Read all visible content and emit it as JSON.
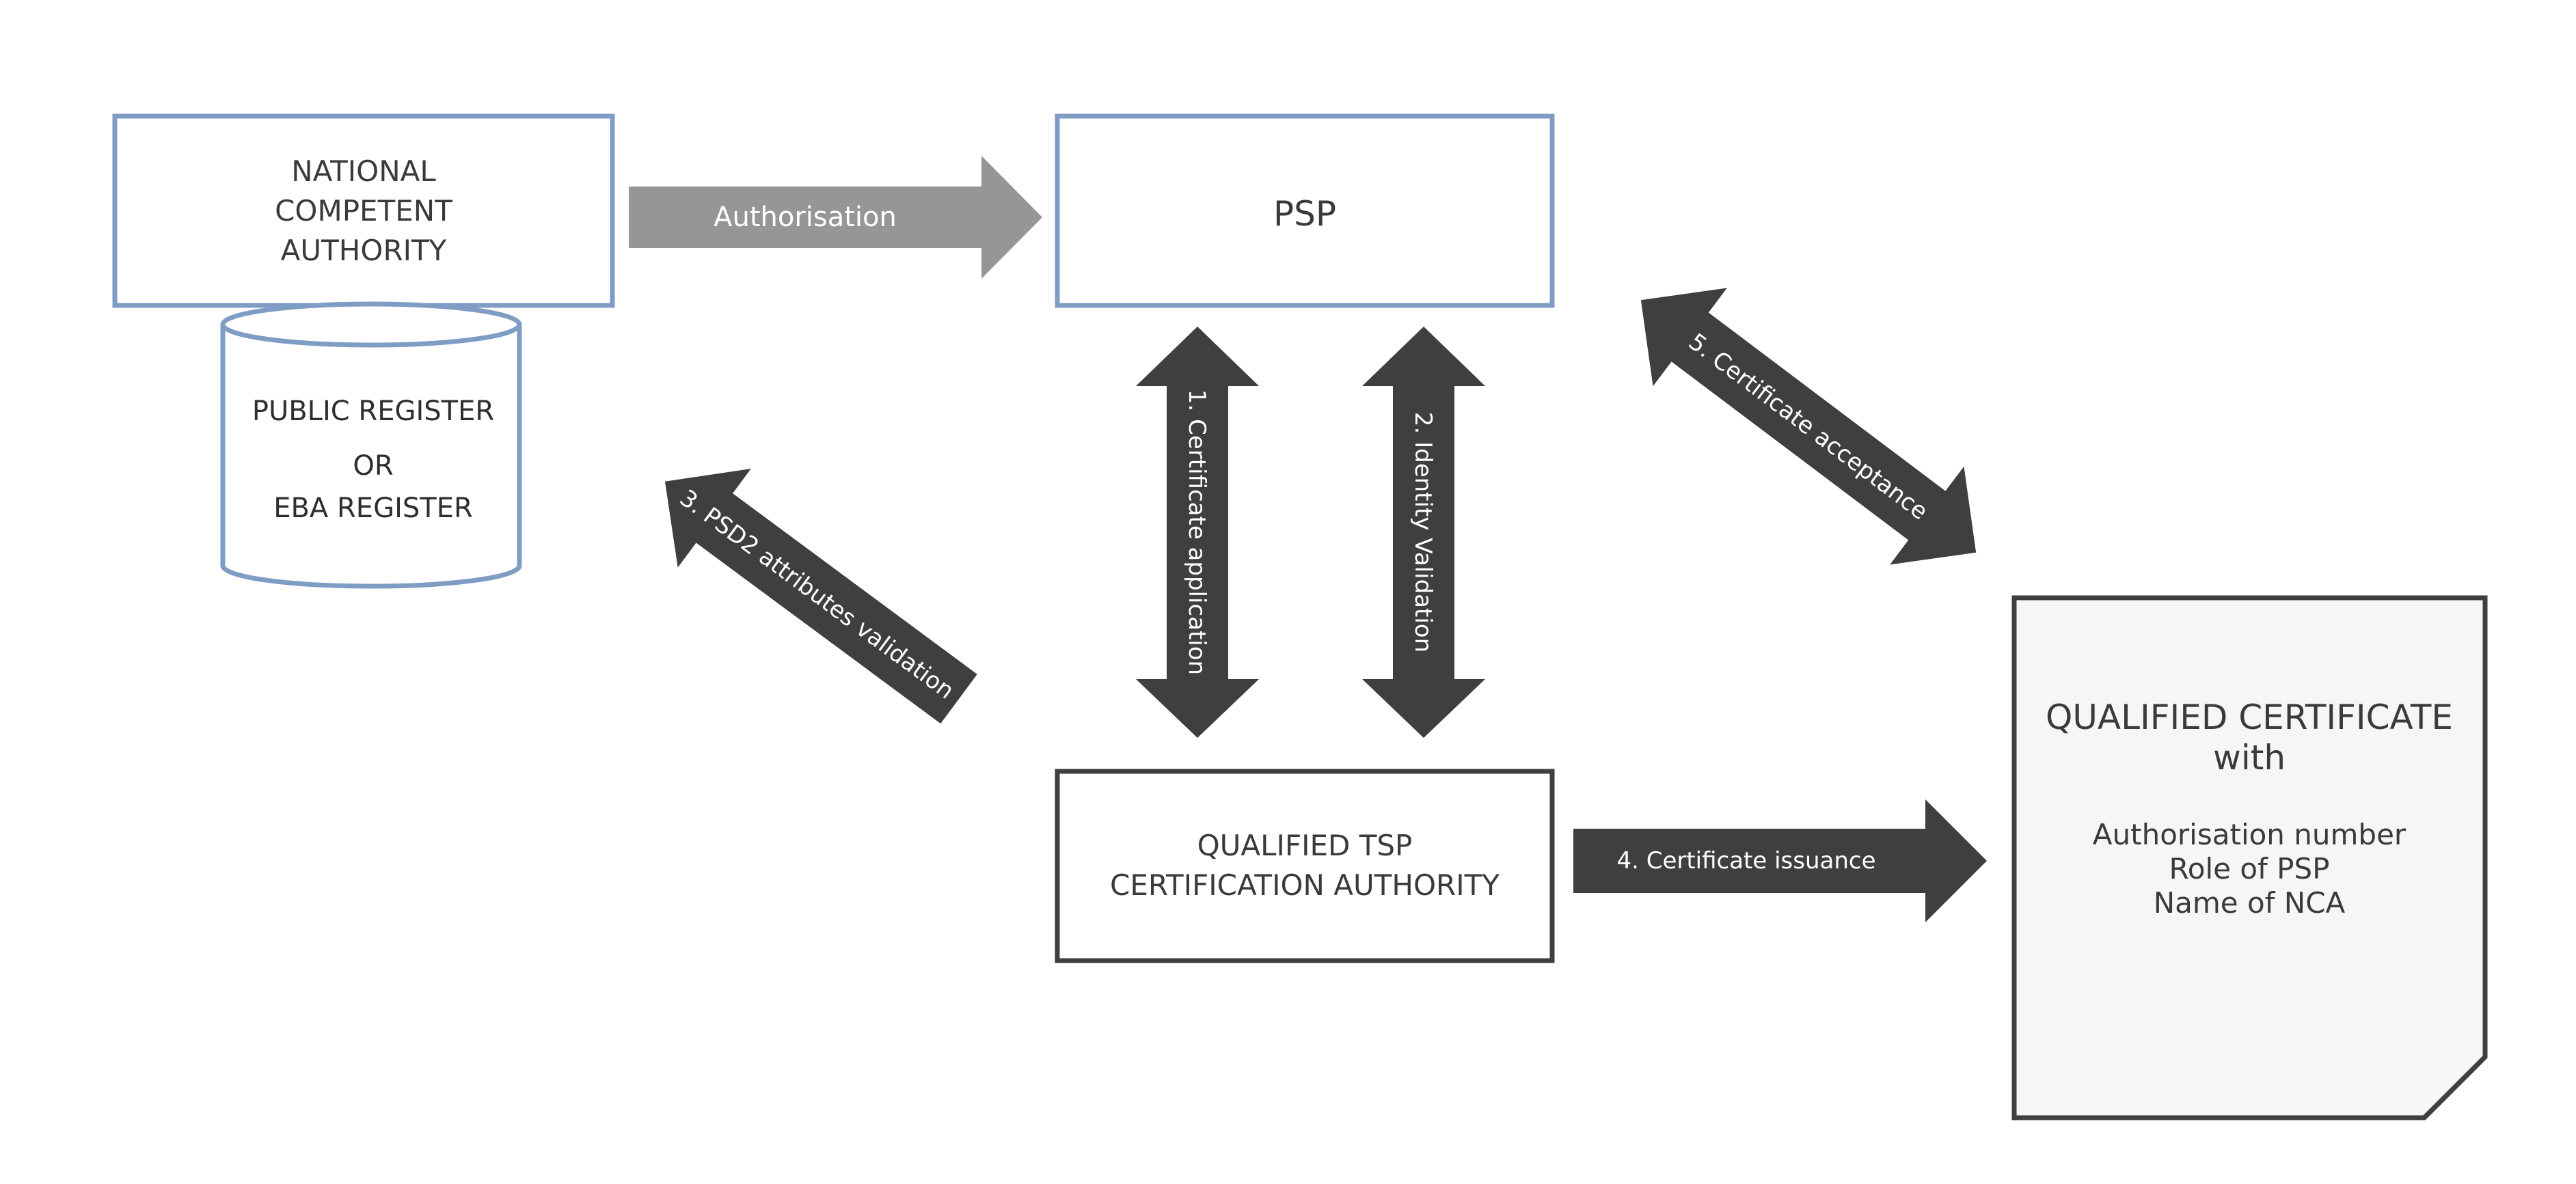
{
  "nodes": {
    "nca": {
      "lines": [
        "NATIONAL",
        "COMPETENT",
        "AUTHORITY"
      ]
    },
    "psp": {
      "label": "PSP"
    },
    "register": {
      "lines": [
        "PUBLIC REGISTER",
        "OR",
        "EBA REGISTER"
      ]
    },
    "tsp": {
      "lines": [
        "QUALIFIED TSP",
        "CERTIFICATION AUTHORITY"
      ]
    },
    "certificate": {
      "title_lines": [
        "QUALIFIED CERTIFICATE",
        "with"
      ],
      "detail_lines": [
        "Authorisation number",
        "Role of PSP",
        "Name of NCA"
      ]
    }
  },
  "arrows": {
    "authorisation": "Authorisation",
    "certificate_application": "1. Certificate application",
    "identity_validation": "2. Identity Validation",
    "psd2_validation": "3. PSD2 attributes validation",
    "certificate_issuance": "4. Certificate issuance",
    "certificate_acceptance": "5. Certificate acceptance"
  },
  "colors": {
    "blue_border": "#7f9cc4",
    "dark_arrow": "#3f3f3f",
    "grey_arrow": "#969696",
    "text_dark": "#3a3a3a",
    "doc_fill": "#f6f6f6"
  }
}
